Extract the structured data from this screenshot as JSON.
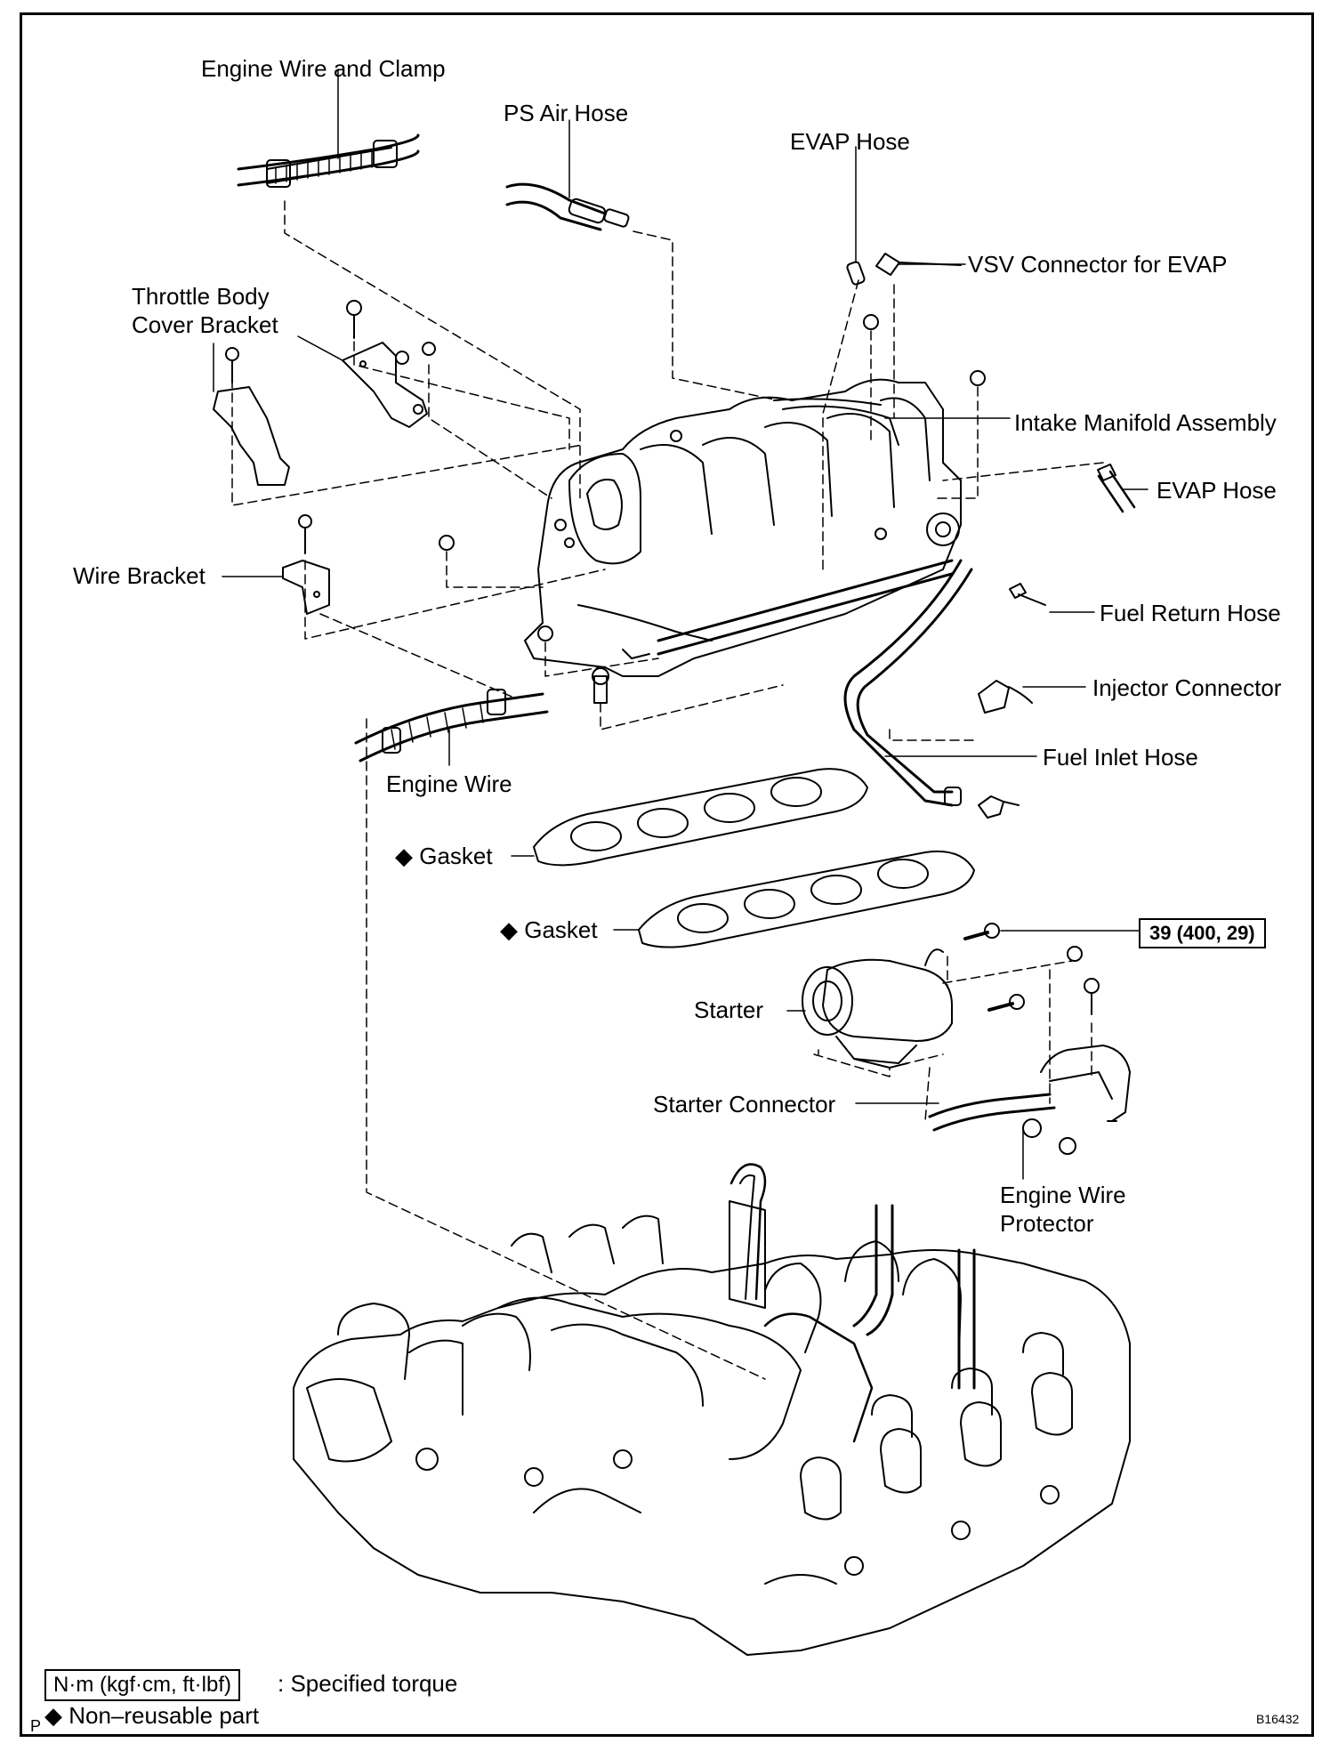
{
  "labels": {
    "engine_wire_and_clamp": "Engine Wire and Clamp",
    "ps_air_hose": "PS Air Hose",
    "evap_hose_top": "EVAP Hose",
    "vsv_connector": "VSV Connector for EVAP",
    "throttle_body_cover_bracket_line1": "Throttle Body",
    "throttle_body_cover_bracket_line2": "Cover Bracket",
    "intake_manifold_assembly": "Intake Manifold Assembly",
    "evap_hose_right": "EVAP Hose",
    "wire_bracket": "Wire Bracket",
    "fuel_return_hose": "Fuel Return Hose",
    "injector_connector": "Injector Connector",
    "fuel_inlet_hose": "Fuel Inlet Hose",
    "engine_wire": "Engine Wire",
    "gasket_1": "◆ Gasket",
    "gasket_2": "◆ Gasket",
    "torque_value": "39 (400, 29)",
    "starter": "Starter",
    "starter_connector": "Starter Connector",
    "engine_wire_protector_line1": "Engine Wire",
    "engine_wire_protector_line2": "Protector"
  },
  "legend": {
    "torque_units": "N·m (kgf·cm, ft·lbf)",
    "torque_desc": ": Specified torque",
    "non_reusable": "◆ Non–reusable part",
    "corner_mark": "P"
  },
  "figure_id": "B16432",
  "colors": {
    "ink": "#000000",
    "paper": "#ffffff"
  }
}
